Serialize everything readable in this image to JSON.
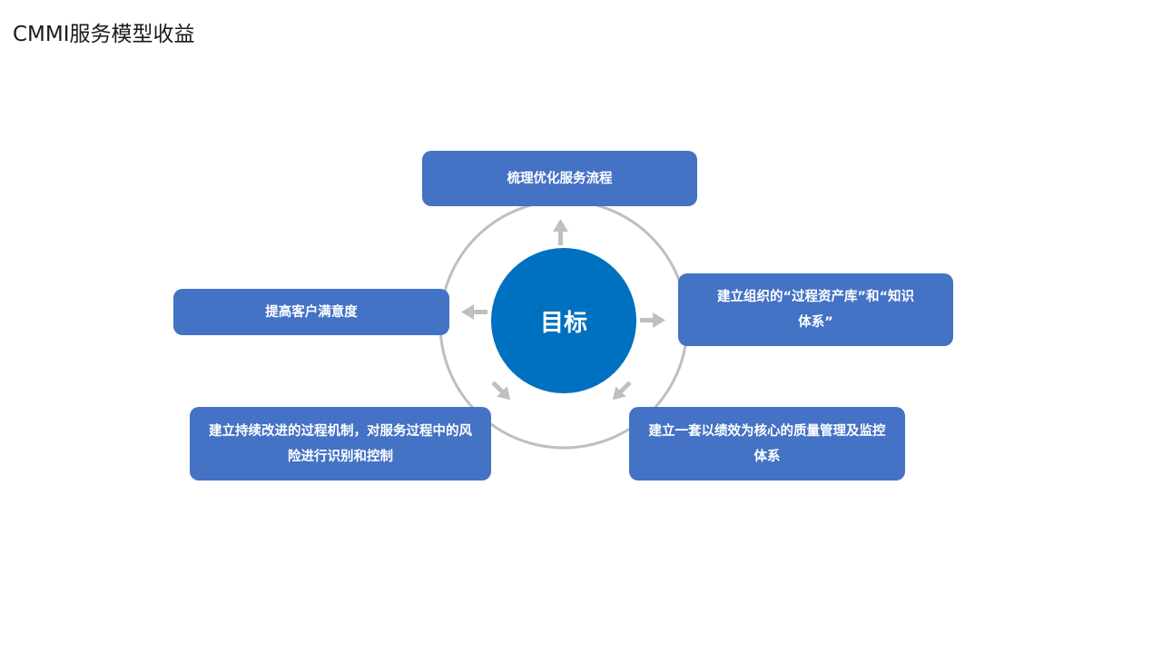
{
  "title": "CMMI服务模型收益",
  "center": {
    "label": "目标"
  },
  "goals": {
    "top": "梳理优化服务流程",
    "left": "提高客户满意度",
    "right": "建立组织的“过程资产库”和“知识体系”",
    "bottom_left": "建立持续改进的过程机制，对服务过程中的风险进行识别和控制",
    "bottom_right": "建立一套以绩效为核心的质量管理及监控体系"
  },
  "colors": {
    "center_fill": "#0070c0",
    "box_fill": "#4472c4",
    "ring_stroke": "#bfbfbf",
    "arrow_fill": "#bfbfbf",
    "text_on_fill": "#ffffff"
  }
}
